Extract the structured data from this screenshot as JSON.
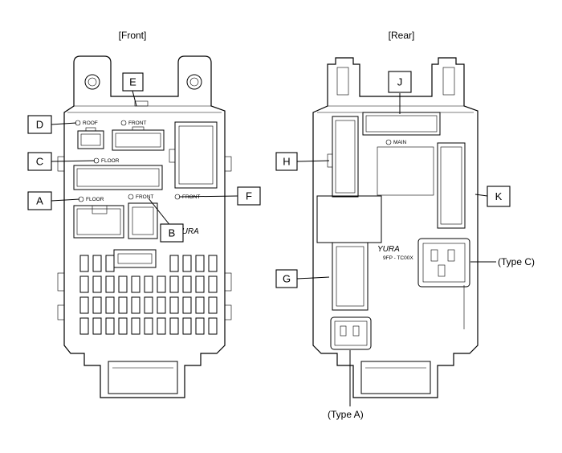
{
  "views": {
    "front": {
      "title": "[Front]"
    },
    "rear": {
      "title": "[Rear]"
    }
  },
  "callouts": {
    "A": "A",
    "B": "B",
    "C": "C",
    "D": "D",
    "E": "E",
    "F": "F",
    "G": "G",
    "H": "H",
    "J": "J",
    "K": "K"
  },
  "connector_labels": {
    "roof": "ROOF",
    "front_top": "FRONT",
    "floor_upper": "FLOOR",
    "floor_lower": "FLOOR",
    "front_mid": "FRONT",
    "front_side": "FRONT",
    "main": "MAIN",
    "part_no": "9FP - TC00X"
  },
  "brand": "YURA",
  "types": {
    "a": "(Type A)",
    "c": "(Type C)"
  }
}
